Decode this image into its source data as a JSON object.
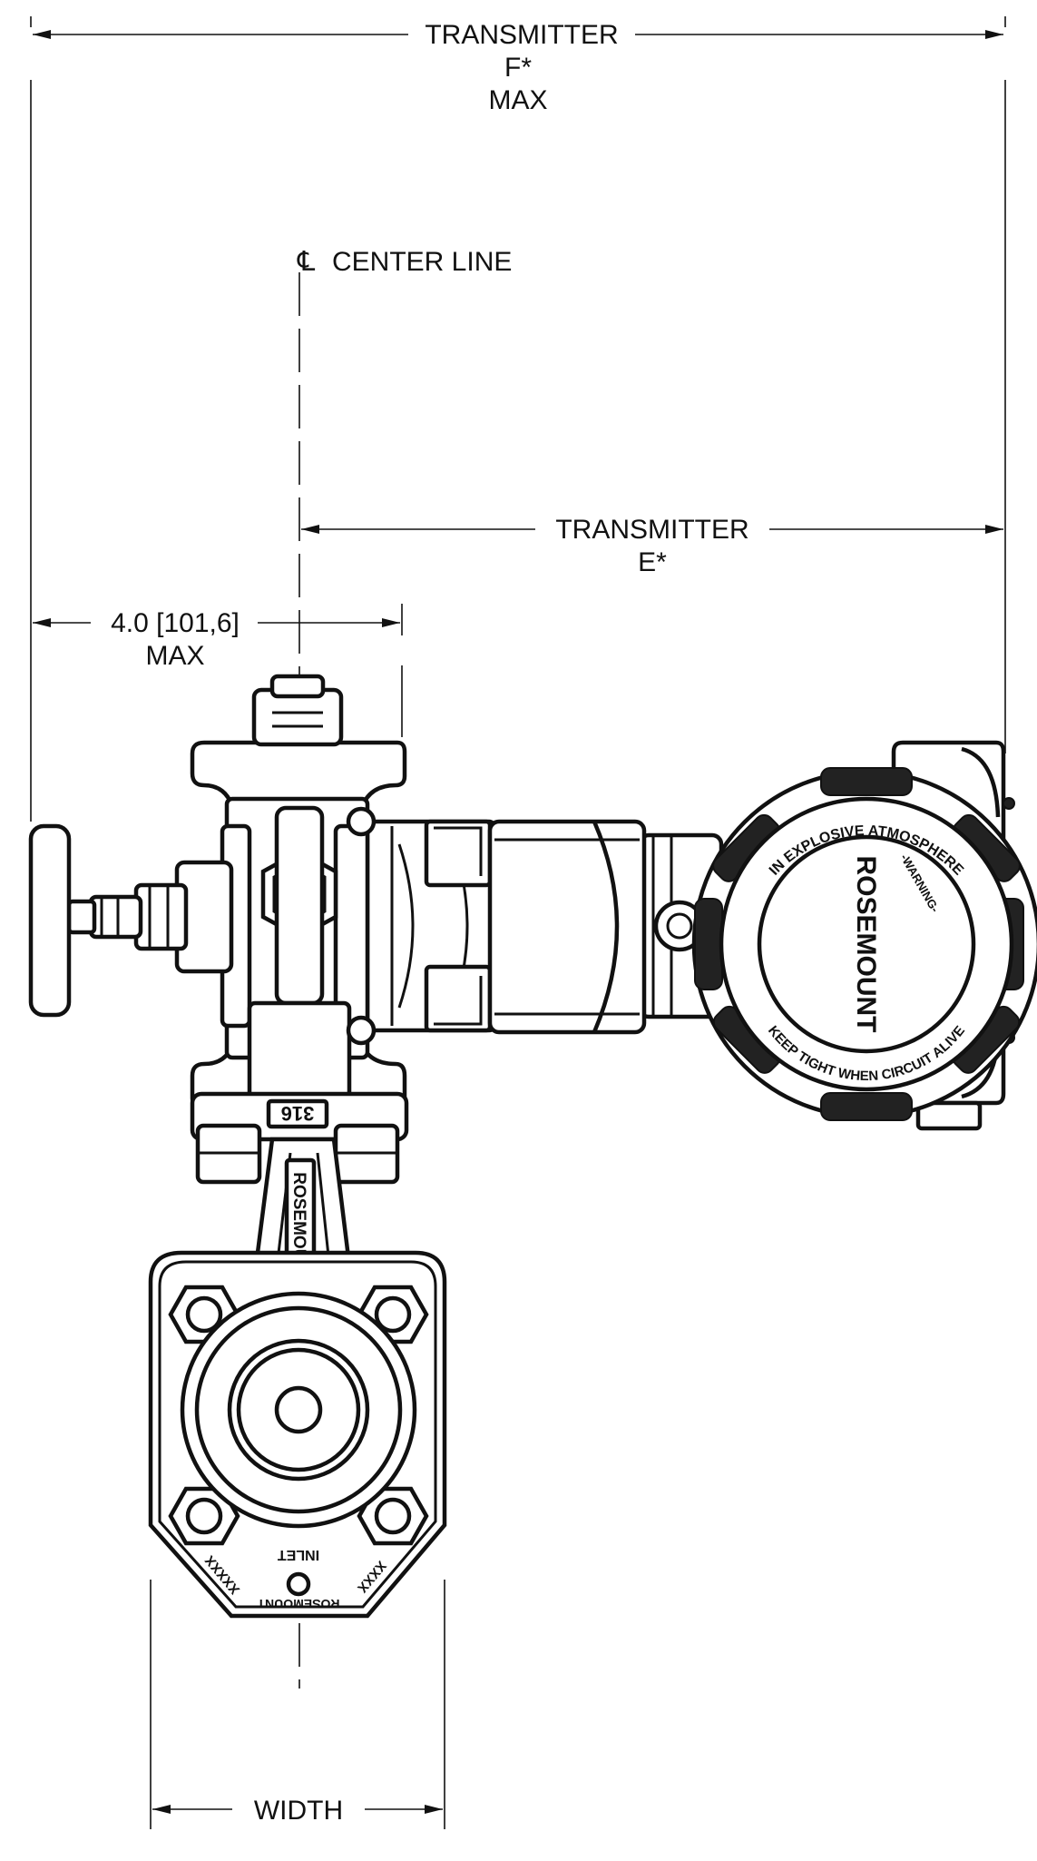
{
  "dimensions": {
    "transmitter_f": {
      "line1": "TRANSMITTER",
      "line2": "F*",
      "line3": "MAX"
    },
    "center_line": {
      "symbol": "℄",
      "label": "CENTER LINE"
    },
    "transmitter_e": {
      "line1": "TRANSMITTER",
      "line2": "E*"
    },
    "max_offset": {
      "line1": "4.0 [101,6]",
      "line2": "MAX"
    },
    "width": {
      "label": "WIDTH"
    }
  },
  "markings": {
    "manifold_material": "316",
    "bracket_brand": "ROSEMOUNT",
    "flange_inlet": "INLET",
    "flange_brand": "ROSEMOUNT",
    "flange_code_left": "XXXXX",
    "flange_code_right": "XXXX",
    "housing_brand": "ROSEMOUNT",
    "housing_warning_1": "KEEP TIGHT WHEN CIRCUIT ALIVE",
    "housing_warning_2": "IN EXPLOSIVE ATMOSPHERE",
    "housing_warning_3": "-WARNING-"
  }
}
